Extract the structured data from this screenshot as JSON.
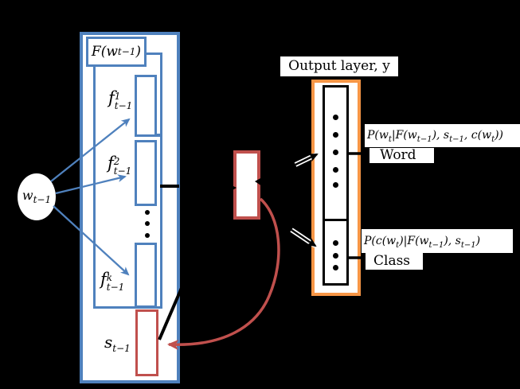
{
  "colors": {
    "background": "#000000",
    "blue": "#4f81bd",
    "red": "#c0504d",
    "orange": "#f79646",
    "black": "#000000",
    "white": "#ffffff"
  },
  "input_word": {
    "base": "w",
    "sub": "t−1"
  },
  "feature_layer": {
    "projection": {
      "pre": "F(w",
      "sub": "t−1",
      "post": ")"
    },
    "features": [
      {
        "base": "f",
        "sup": "1",
        "sub": "t−1"
      },
      {
        "base": "f",
        "sup": "2",
        "sub": "t−1"
      },
      {
        "base": "f",
        "sup": "k",
        "sub": "t−1"
      }
    ],
    "state": {
      "base": "s",
      "sub": "t−1"
    }
  },
  "output_layer": {
    "title": "Output layer, y",
    "word": {
      "formula_parts": [
        "P(w",
        "t",
        "|F(w",
        "t−1",
        "), s",
        "t−1",
        ", c(w",
        "t",
        "))"
      ],
      "label": "Word"
    },
    "class": {
      "formula_parts": [
        "P(c(w",
        "t",
        ")|F(w",
        "t−1",
        "), s",
        "t−1",
        ")"
      ],
      "label": "Class"
    }
  }
}
